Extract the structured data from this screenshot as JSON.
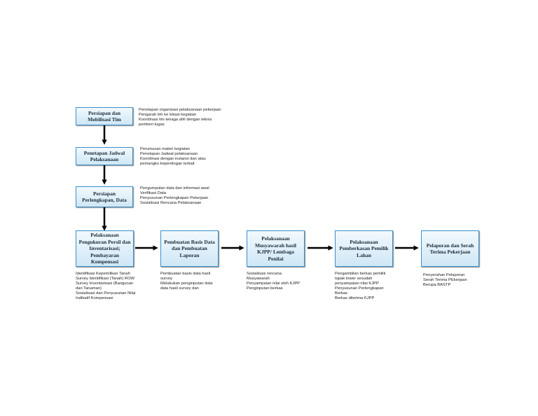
{
  "steps": [
    {
      "label": "Persiapan dan\nMobilisasi Tim",
      "notes": [
        "Penetapan organisasi pelaksanaan pekerjaan",
        "Pengarah tim ke lokasi kegiatan",
        "Koordinasi tim tenaga ahli dengan teknis",
        "pemberi tugas"
      ]
    },
    {
      "label": "Penetapan Jadwal\nPelaksanaan",
      "notes": [
        "Perumusan materi kegiatan",
        "Penetapan Jadwal pelaksanaan",
        "Koordinasi dengan instansi dan atau",
        "pemangku kepentingan terkait"
      ]
    },
    {
      "label": "Persiapan\nPerlengkapan, Data",
      "notes": [
        "Pengumpulan data dan informasi awal",
        "Verifikasi Data",
        "Penyusunan Perlengkapan Pekerjaan",
        "Sosialisasi Rencana Pelaksanaan"
      ]
    },
    {
      "label": "Pelaksanaan\nPengukuran Persil dan\nInventarisasi;\nPembayaran\nKompensasi",
      "notes": [
        "Identifikasi Kepemilikan Tanah",
        "Survey Identifikasi (Tanah) ROW",
        "Survey Inventarisasi (Bangunan",
        "dan Tanaman)",
        "Sosialisasi dan Penyusunan Nilai",
        "Indikatif Kompensasi"
      ]
    },
    {
      "label": "Pembuatan Basis Data\ndan Pembuatan\nLaporan",
      "notes": [
        "Pembuatan basis data hasil",
        "survey",
        "Melakukan penginputan data",
        "data hasil survey dan"
      ]
    },
    {
      "label": "Pelaksanaan\nMusyawarah hasil\nKJPP/ Lembaga\nPenilai",
      "notes": [
        "Sosialisasi rencana",
        "Musyawarah",
        "Penyampaian nilai oleh KJPP",
        "Penginputan berkas"
      ]
    },
    {
      "label": "Pelaksanaan\nPemberkasan Pemilik\nLahan",
      "notes": [
        "Pengambilan berkas pemilik",
        "tapak tower sesudah",
        "penyampaian nilai KJPP",
        "Penyusunan Perlengkapan",
        "Berkas",
        "Berkas diterima KJPP"
      ]
    },
    {
      "label": "Pelaporan dan Serah\nTerima Pekerjaan",
      "notes": [
        "Penyerahan Pelaporan",
        "Serah Terima PEkerjaan",
        "Berupa BASTP"
      ]
    }
  ]
}
